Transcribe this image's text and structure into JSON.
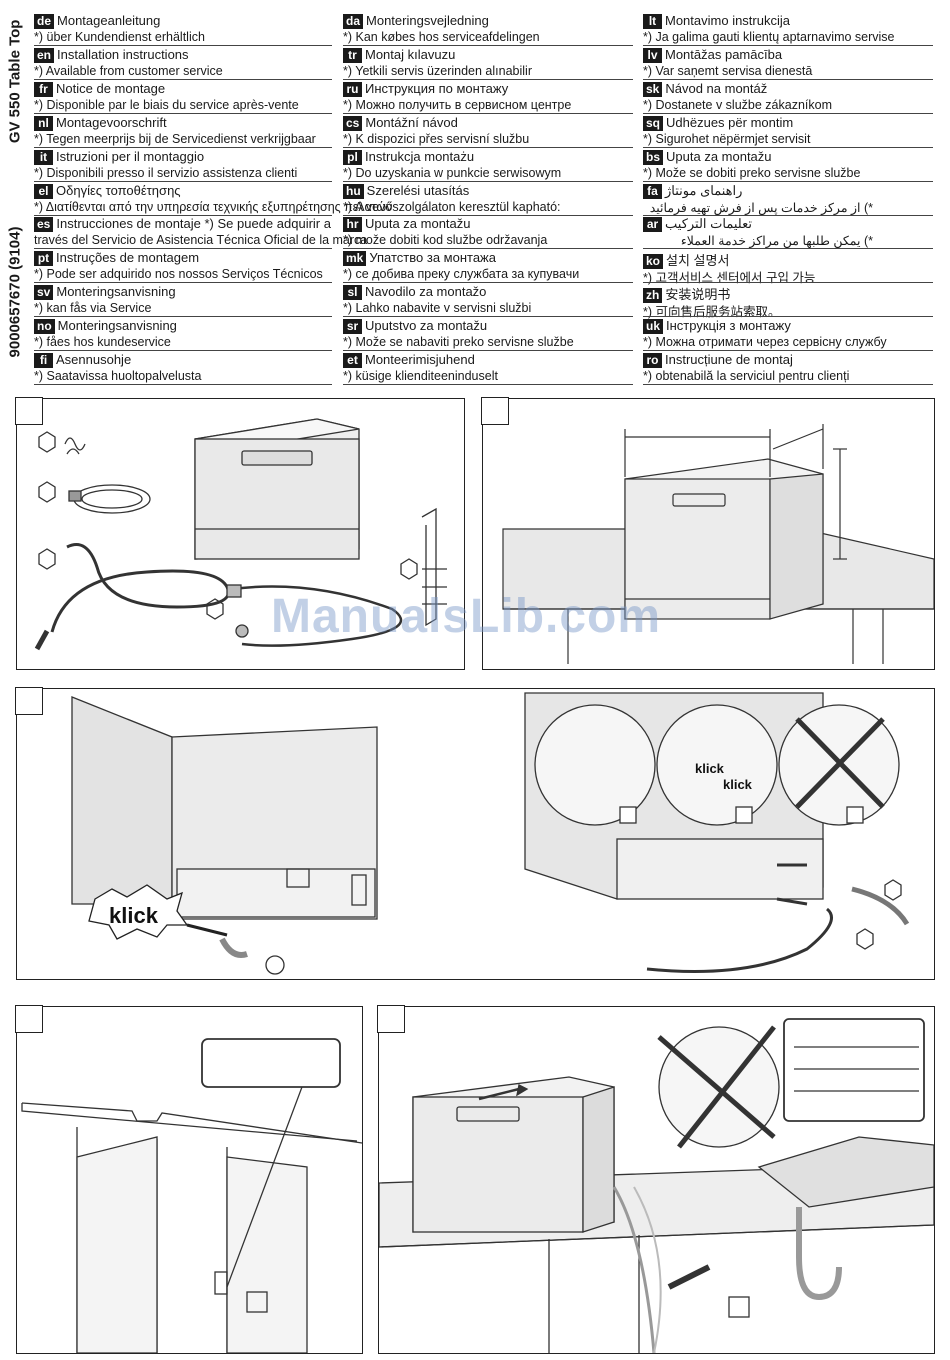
{
  "header": {
    "part_number": "9000657670 (9104)",
    "model": "GV 550 Table Top"
  },
  "languages": {
    "col1": [
      {
        "code": "de",
        "title": "Montageanleitung",
        "note": "*) über Kundendienst erhältlich"
      },
      {
        "code": "en",
        "title": "Installation instructions",
        "note": "*) Available from customer service"
      },
      {
        "code": "fr",
        "title": "Notice de montage",
        "note": "*) Disponible par le biais du service après-vente"
      },
      {
        "code": "nl",
        "title": "Montagevoorschrift",
        "note": "*) Tegen meerprijs bij de Servicedienst verkrijgbaar"
      },
      {
        "code": "it",
        "title": "Istruzioni per il montaggio",
        "note": "*) Disponibili presso il servizio assistenza clienti"
      },
      {
        "code": "el",
        "title": "Οδηγίες τοποθέτησης",
        "note": "*) Διατίθενται από την υπηρεσία τεχνικής εξυπηρέτησης πελατών"
      },
      {
        "code": "es",
        "title": "Instrucciones de montaje    *) Se puede adquirir a",
        "note": "través del Servicio de Asistencia Técnica Oficial de la marca"
      },
      {
        "code": "pt",
        "title": "Instruções de montagem",
        "note": "*) Pode ser adquirido nos nossos Serviços Técnicos"
      },
      {
        "code": "sv",
        "title": "Monteringsanvisning",
        "note": "*) kan fås via Service"
      },
      {
        "code": "no",
        "title": "Monteringsanvisning",
        "note": "*) fåes hos kundeservice"
      },
      {
        "code": "fi",
        "title": "Asennusohje",
        "note": "*) Saatavissa huoltopalvelusta"
      }
    ],
    "col2": [
      {
        "code": "da",
        "title": "Monteringsvejledning",
        "note": "*) Kan købes hos serviceafdelingen"
      },
      {
        "code": "tr",
        "title": "Montaj kılavuzu",
        "note": "*) Yetkili servis üzerinden alınabilir"
      },
      {
        "code": "ru",
        "title": "Инструкция по монтажу",
        "note": "*) Можно получить в сервисном центре"
      },
      {
        "code": "cs",
        "title": "Montážní návod",
        "note": "*) K dispozici přes servisní službu"
      },
      {
        "code": "pl",
        "title": "Instrukcja montażu",
        "note": "*) Do uzyskania w punkcie serwisowym"
      },
      {
        "code": "hu",
        "title": "Szerelési utasítás",
        "note": "*) A vevőszolgálaton keresztül kapható:"
      },
      {
        "code": "hr",
        "title": "Uputa za montažu",
        "note": "*) može dobiti kod službe održavanja"
      },
      {
        "code": "mk",
        "title": "Упатство за монтажа",
        "note": "*) се добива преку службата за купувачи"
      },
      {
        "code": "sl",
        "title": "Navodilo za montažo",
        "note": "*) Lahko nabavite v servisni službi"
      },
      {
        "code": "sr",
        "title": "Uputstvo za montažu",
        "note": "*) Može se nabaviti preko servisne službe"
      },
      {
        "code": "et",
        "title": "Monteerimisjuhend",
        "note": "*) küsige klienditeeninduselt"
      }
    ],
    "col3": [
      {
        "code": "lt",
        "title": "Montavimo instrukcija",
        "note": "*) Ja galima gauti klientų aptarnavimo servise"
      },
      {
        "code": "lv",
        "title": "Montāžas pamācība",
        "note": "*) Var saņemt servisa dienestā"
      },
      {
        "code": "sk",
        "title": "Návod na montáž",
        "note": "*) Dostanete v službe zákazníkom"
      },
      {
        "code": "sq",
        "title": "Udhëzues për montim",
        "note": "*) Sigurohet nëpërmjet servisit"
      },
      {
        "code": "bs",
        "title": "Uputa za montažu",
        "note": "*) Može se dobiti preko servisne službe"
      },
      {
        "code": "fa",
        "title": "راهنمای مونتاژ",
        "note": "*) از مرکز خدمات پس از فرش تهیه فرمائید",
        "rtl": true
      },
      {
        "code": "ar",
        "title": "تعليمات التركيب",
        "note": "*) يمكن طلبها من مراكز خدمة العملاء",
        "rtl": true
      },
      {
        "code": "ko",
        "title": "설치 설명서",
        "note": "*) 고객서비스 센터에서 구입 가능"
      },
      {
        "code": "zh",
        "title": "安装说明书",
        "note": "*) 可向售后服务站索取。"
      },
      {
        "code": "uk",
        "title": "Інструкція з монтажу",
        "note": "*) Можна отримати через сервісну службу"
      },
      {
        "code": "ro",
        "title": "Instrucțiune de montaj",
        "note": "*) obtenabilă la serviciul pentru clienți"
      }
    ]
  },
  "diagrams": {
    "klick_label_1": "klick",
    "klick_label_2": "klick",
    "klick_label_3": "klick",
    "watermark": "ManualsLib.com"
  }
}
